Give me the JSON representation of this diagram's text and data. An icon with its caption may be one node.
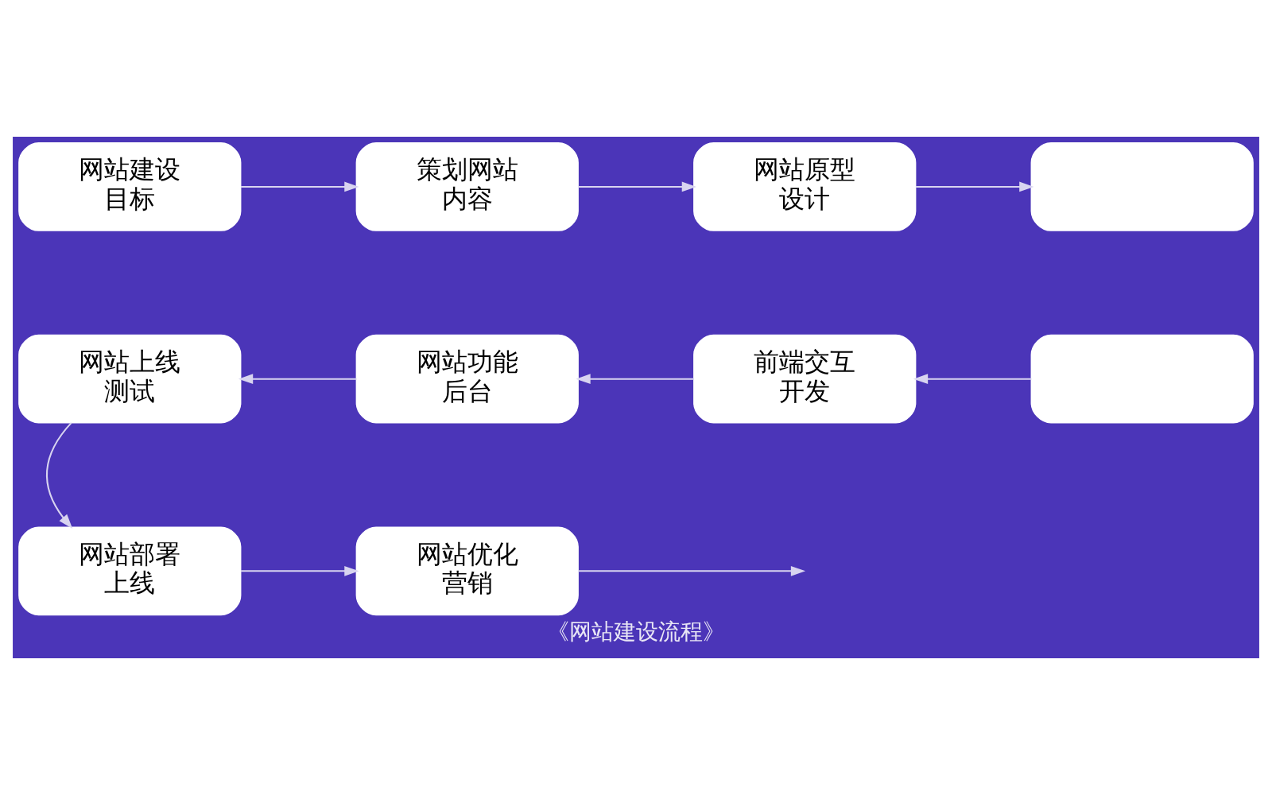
{
  "diagram": {
    "caption": "《网站建设流程》",
    "nodes": [
      {
        "text": [
          "网站建设目标"
        ]
      },
      {
        "text": [
          "策划网站内容"
        ]
      },
      {
        "text": [
          "网站原型设计"
        ]
      },
      {
        "text": [],
        "shape": "box"
      },
      {
        "text": [],
        "shape": "box"
      },
      {
        "text": [
          "前端交互开发"
        ]
      },
      {
        "text": [
          "网站功能后台"
        ]
      },
      {
        "text": [
          "网站上线测试"
        ]
      },
      {
        "text": [
          "网站部署上线"
        ]
      },
      {
        "text": [
          "网站优化营销"
        ]
      }
    ],
    "edges": [
      {
        "from": 0,
        "to": 1,
        "arrow": "to"
      },
      {
        "from": 1,
        "to": 2,
        "arrow": "to"
      },
      {
        "from": 2,
        "to": 3,
        "arrow": "to"
      },
      {
        "from": 4,
        "to": 5,
        "arrow": "to"
      },
      {
        "from": 5,
        "to": 6,
        "arrow": "to"
      },
      {
        "from": 6,
        "to": 7,
        "arrow": "to"
      },
      {
        "from": 7,
        "to": 8,
        "arrow": "to"
      },
      {
        "from": 8,
        "to": 9,
        "arrow": "to"
      },
      {
        "from": 9,
        "to": null,
        "arrow": "to"
      }
    ]
  }
}
